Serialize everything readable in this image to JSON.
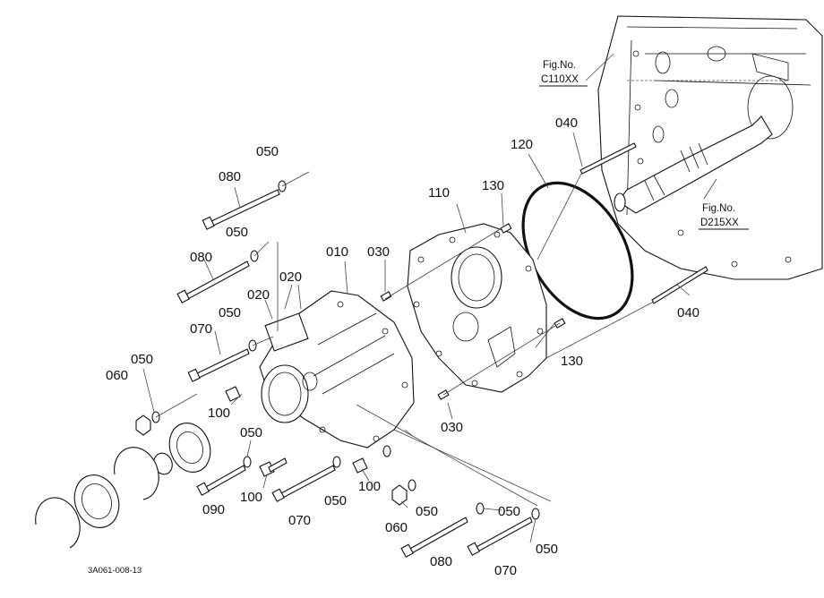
{
  "diagram": {
    "part_labels": [
      {
        "text": "050"
      },
      {
        "text": "080"
      },
      {
        "text": "050"
      },
      {
        "text": "080"
      },
      {
        "text": "020"
      },
      {
        "text": "020"
      },
      {
        "text": "010"
      },
      {
        "text": "030"
      },
      {
        "text": "110"
      },
      {
        "text": "130"
      },
      {
        "text": "120"
      },
      {
        "text": "040"
      },
      {
        "text": "070"
      },
      {
        "text": "050"
      },
      {
        "text": "050"
      },
      {
        "text": "060"
      },
      {
        "text": "100"
      },
      {
        "text": "050"
      },
      {
        "text": "090"
      },
      {
        "text": "100"
      },
      {
        "text": "070"
      },
      {
        "text": "050"
      },
      {
        "text": "100"
      },
      {
        "text": "060"
      },
      {
        "text": "050"
      },
      {
        "text": "030"
      },
      {
        "text": "130"
      },
      {
        "text": "040"
      },
      {
        "text": "050"
      },
      {
        "text": "050"
      },
      {
        "text": "080"
      },
      {
        "text": "070"
      }
    ],
    "fig_refs": [
      {
        "title": "Fig.No.",
        "code": "C110XX"
      },
      {
        "title": "Fig.No.",
        "code": "D215XX"
      }
    ],
    "drawing_code": "3A061-008-13"
  }
}
